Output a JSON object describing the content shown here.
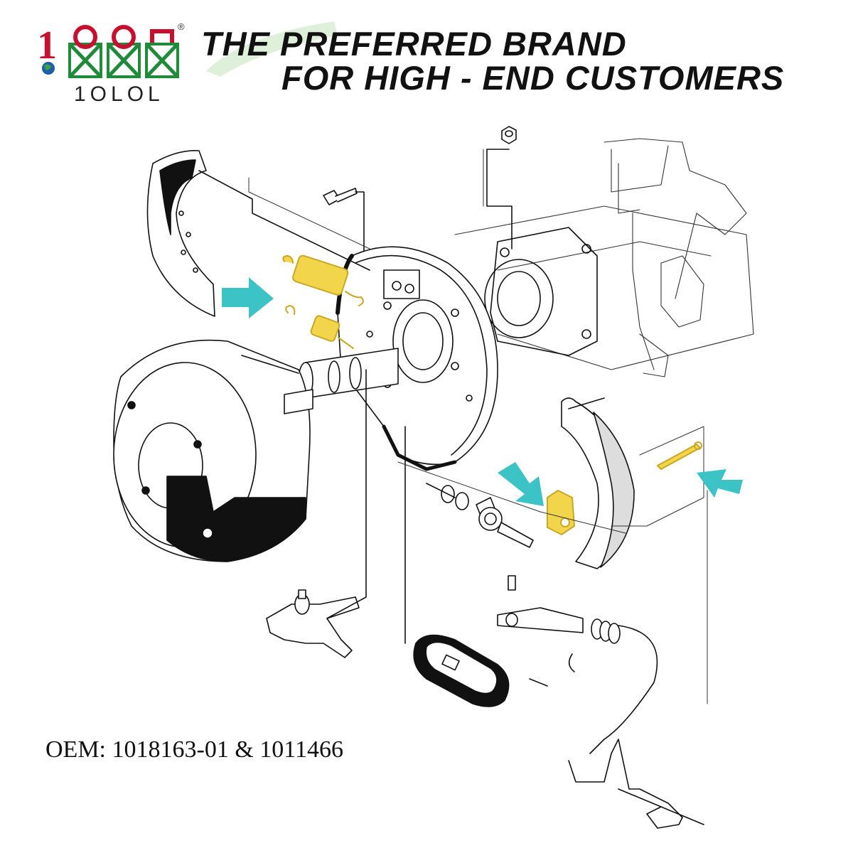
{
  "brand": {
    "logo_text": "1OLOL",
    "logo_digits": "10",
    "registered_mark": "®",
    "colors": {
      "red": "#c8102e",
      "green": "#1f8a3a",
      "globe_blue": "#1e5fa8",
      "accent_yellow": "#f2d54a",
      "arrow_cyan": "#3cc3c6"
    }
  },
  "headline": {
    "line1": "THE PREFERRED BRAND",
    "line2": "FOR HIGH - END CUSTOMERS"
  },
  "oem": {
    "label": "OEM:",
    "part1": "1018163-01",
    "separator": "&",
    "part2": "1011466"
  },
  "diagram": {
    "highlighted_parts": [
      "upper-return-spring",
      "lower-return-spring",
      "adjuster-clip",
      "cotter-pin"
    ],
    "highlight_color": "#f2d54a",
    "callout_arrows": 3
  }
}
